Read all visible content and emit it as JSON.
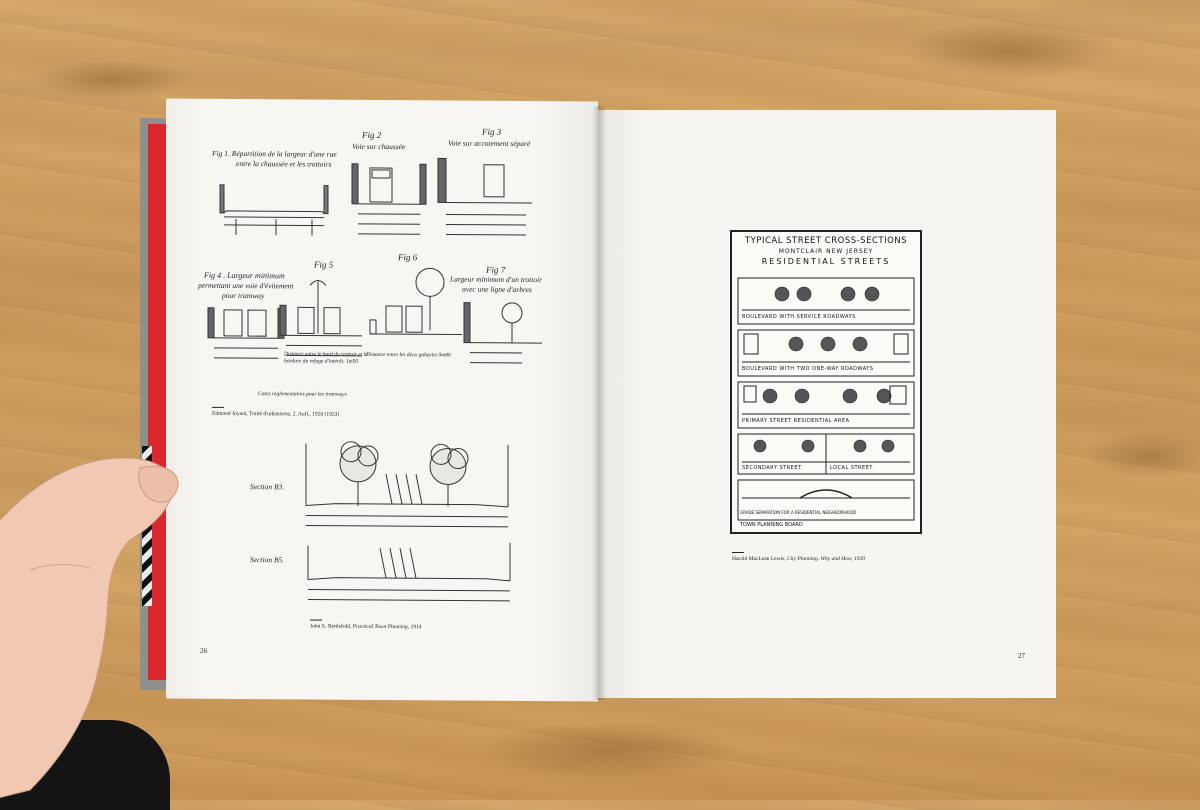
{
  "left_page": {
    "fig1_title": "Fig 1. Répartition de la largeur d'une rue",
    "fig1_subtitle": "entre la chaussée et les trottoirs",
    "fig2_title": "Fig 2",
    "fig2_subtitle": "Voie sur chaussée",
    "fig3_title": "Fig 3",
    "fig3_subtitle": "Voie sur accotement séparé",
    "fig4_title": "Fig 4 . Largeur minimum",
    "fig4_sub1": "permettant une voie d'évitement",
    "fig4_sub2": "pour tramway",
    "fig5_title": "Fig 5",
    "fig6_title": "Fig 6",
    "fig7_title": "Fig 7",
    "fig7_sub1": "Largeur minimum d'un trottoir",
    "fig7_sub2": "avec une ligne d'arbres",
    "cotes_note": "Cotes réglementaires pour les tramways",
    "caption_top": "Edmond Joyant, Traité d'urbanisme, 2. Aufl., 1928 (1923)",
    "section_b3": "Section B3.",
    "section_b5": "Section B5.",
    "caption_bottom_author": "John S. Nettlefold,",
    "caption_bottom_title": "Practical Town Planning,",
    "caption_bottom_year": "1914",
    "page_number": "26"
  },
  "right_page": {
    "poster_title1": "TYPICAL STREET CROSS-SECTIONS",
    "poster_title2": "MONTCLAIR NEW JERSEY",
    "poster_title3": "RESIDENTIAL STREETS",
    "row1_label": "BOULEVARD WITH SERVICE ROADWAYS",
    "row2_label": "BOULEVARD WITH TWO ONE-WAY ROADWAYS",
    "row3_label": "PRIMARY STREET RESIDENTIAL AREA",
    "row4_label_a": "SECONDARY STREET",
    "row4_label_b": "LOCAL STREET",
    "row5_label": "GRADE SEPARATION FOR A RESIDENTIAL NEIGHBORHOOD",
    "footer": "TOWN PLANNING BOARD",
    "caption_author": "Harold MacLean Lewis,",
    "caption_title": "City Planning. Why and How,",
    "caption_year": "1939",
    "page_number": "27"
  }
}
